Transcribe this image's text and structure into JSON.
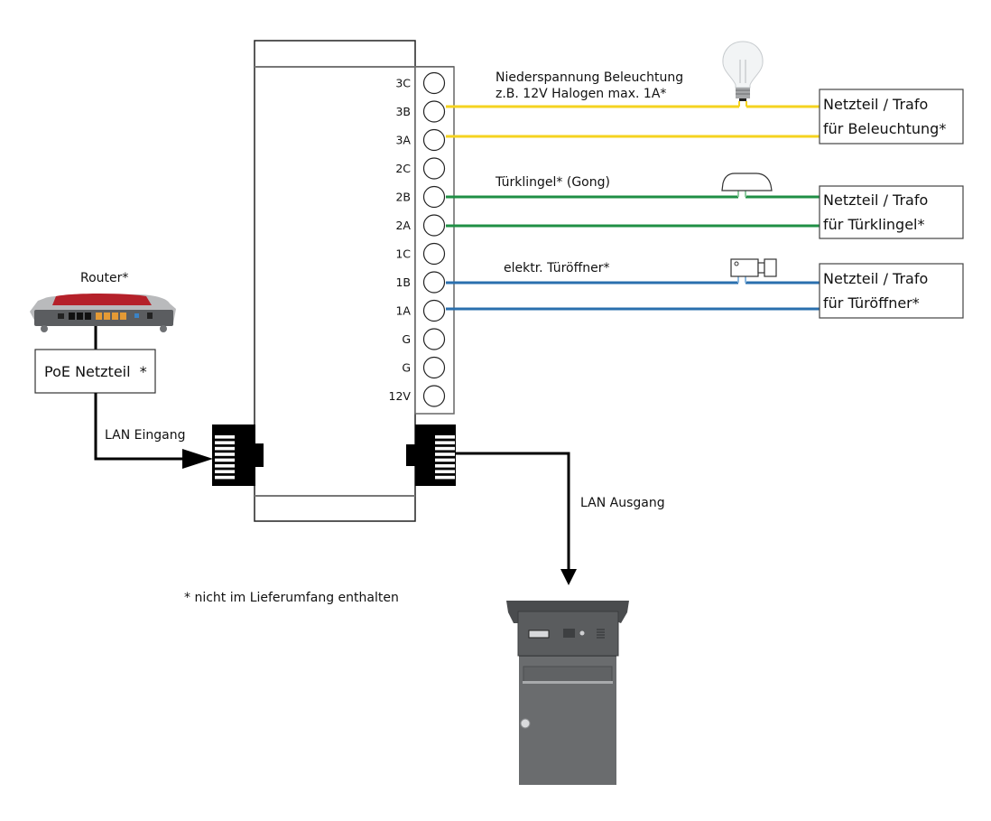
{
  "controller": {
    "terminals": [
      "3C",
      "3B",
      "3A",
      "2C",
      "2B",
      "2A",
      "1C",
      "1B",
      "1A",
      "G",
      "G",
      "12V"
    ]
  },
  "colors": {
    "lighting_wire": "#f5d31f",
    "bell_wire": "#1f8f45",
    "opener_wire": "#2a6fae",
    "lan_wire": "#000000",
    "outline": "#444444"
  },
  "circuits": {
    "lighting": {
      "label_line1": "Niederspannung Beleuchtung",
      "label_line2": "z.B. 12V Halogen max. 1A*",
      "device_icon": "light-bulb-icon",
      "supply_line1": "Netzteil / Trafo",
      "supply_line2": "für Beleuchtung*"
    },
    "bell": {
      "label": "Türklingel* (Gong)",
      "device_icon": "gong-icon",
      "supply_line1": "Netzteil / Trafo",
      "supply_line2": "für Türklingel*"
    },
    "opener": {
      "label": "elektr. Türöffner*",
      "device_icon": "door-opener-icon",
      "supply_line1": "Netzteil / Trafo",
      "supply_line2": "für Türöffner*"
    }
  },
  "network": {
    "router_label": "Router*",
    "router_icon": "router-icon",
    "poe_label": "PoE Netzteil  *",
    "lan_in_label": "LAN Eingang",
    "lan_out_label": "LAN Ausgang",
    "mailbox_icon": "mailbox-intercom-icon"
  },
  "footnote": "* nicht im Lieferumfang enthalten"
}
